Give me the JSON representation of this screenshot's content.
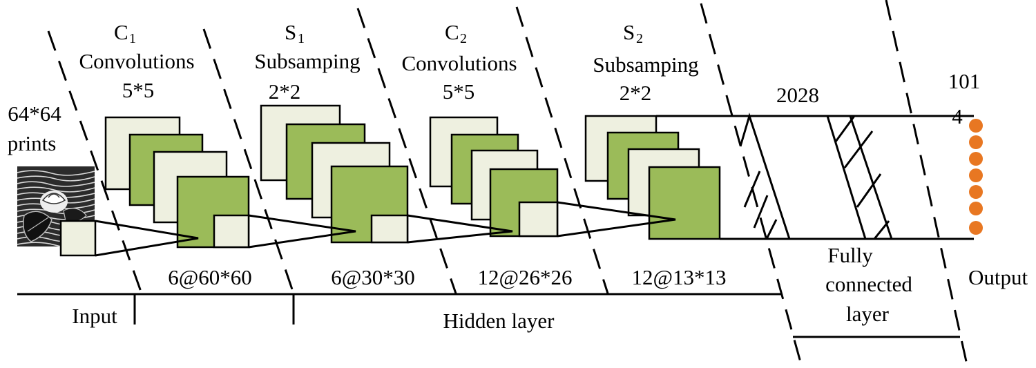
{
  "layers": {
    "c1": {
      "letter": "C",
      "index": "1",
      "type": "Convolutions",
      "kernel": "5*5"
    },
    "s1": {
      "letter": "S",
      "index": "1",
      "type": "Subsamping",
      "kernel": "2*2"
    },
    "c2": {
      "letter": "C",
      "index": "2",
      "type": "Convolutions",
      "kernel": "5*5"
    },
    "s2": {
      "letter": "S",
      "index": "2",
      "type": "Subsamping",
      "kernel": "2*2"
    }
  },
  "input": {
    "size": "64*64",
    "caption": "prints"
  },
  "feature_maps": {
    "c1": "6@60*60",
    "s1": "6@30*30",
    "c2": "12@26*26",
    "s2": "12@13*13"
  },
  "fully_connected": {
    "units": "2028",
    "label_line1": "Fully",
    "label_line2": "connected",
    "label_line3": "layer"
  },
  "output": {
    "count_line1": "101",
    "count_line2": "4",
    "label": "Output"
  },
  "sections": {
    "input": "Input",
    "hidden": "Hidden layer"
  },
  "colors": {
    "map_light": "#eef0e0",
    "map_green": "#9bbb59",
    "output_node": "#e87722",
    "stroke": "#000000"
  }
}
